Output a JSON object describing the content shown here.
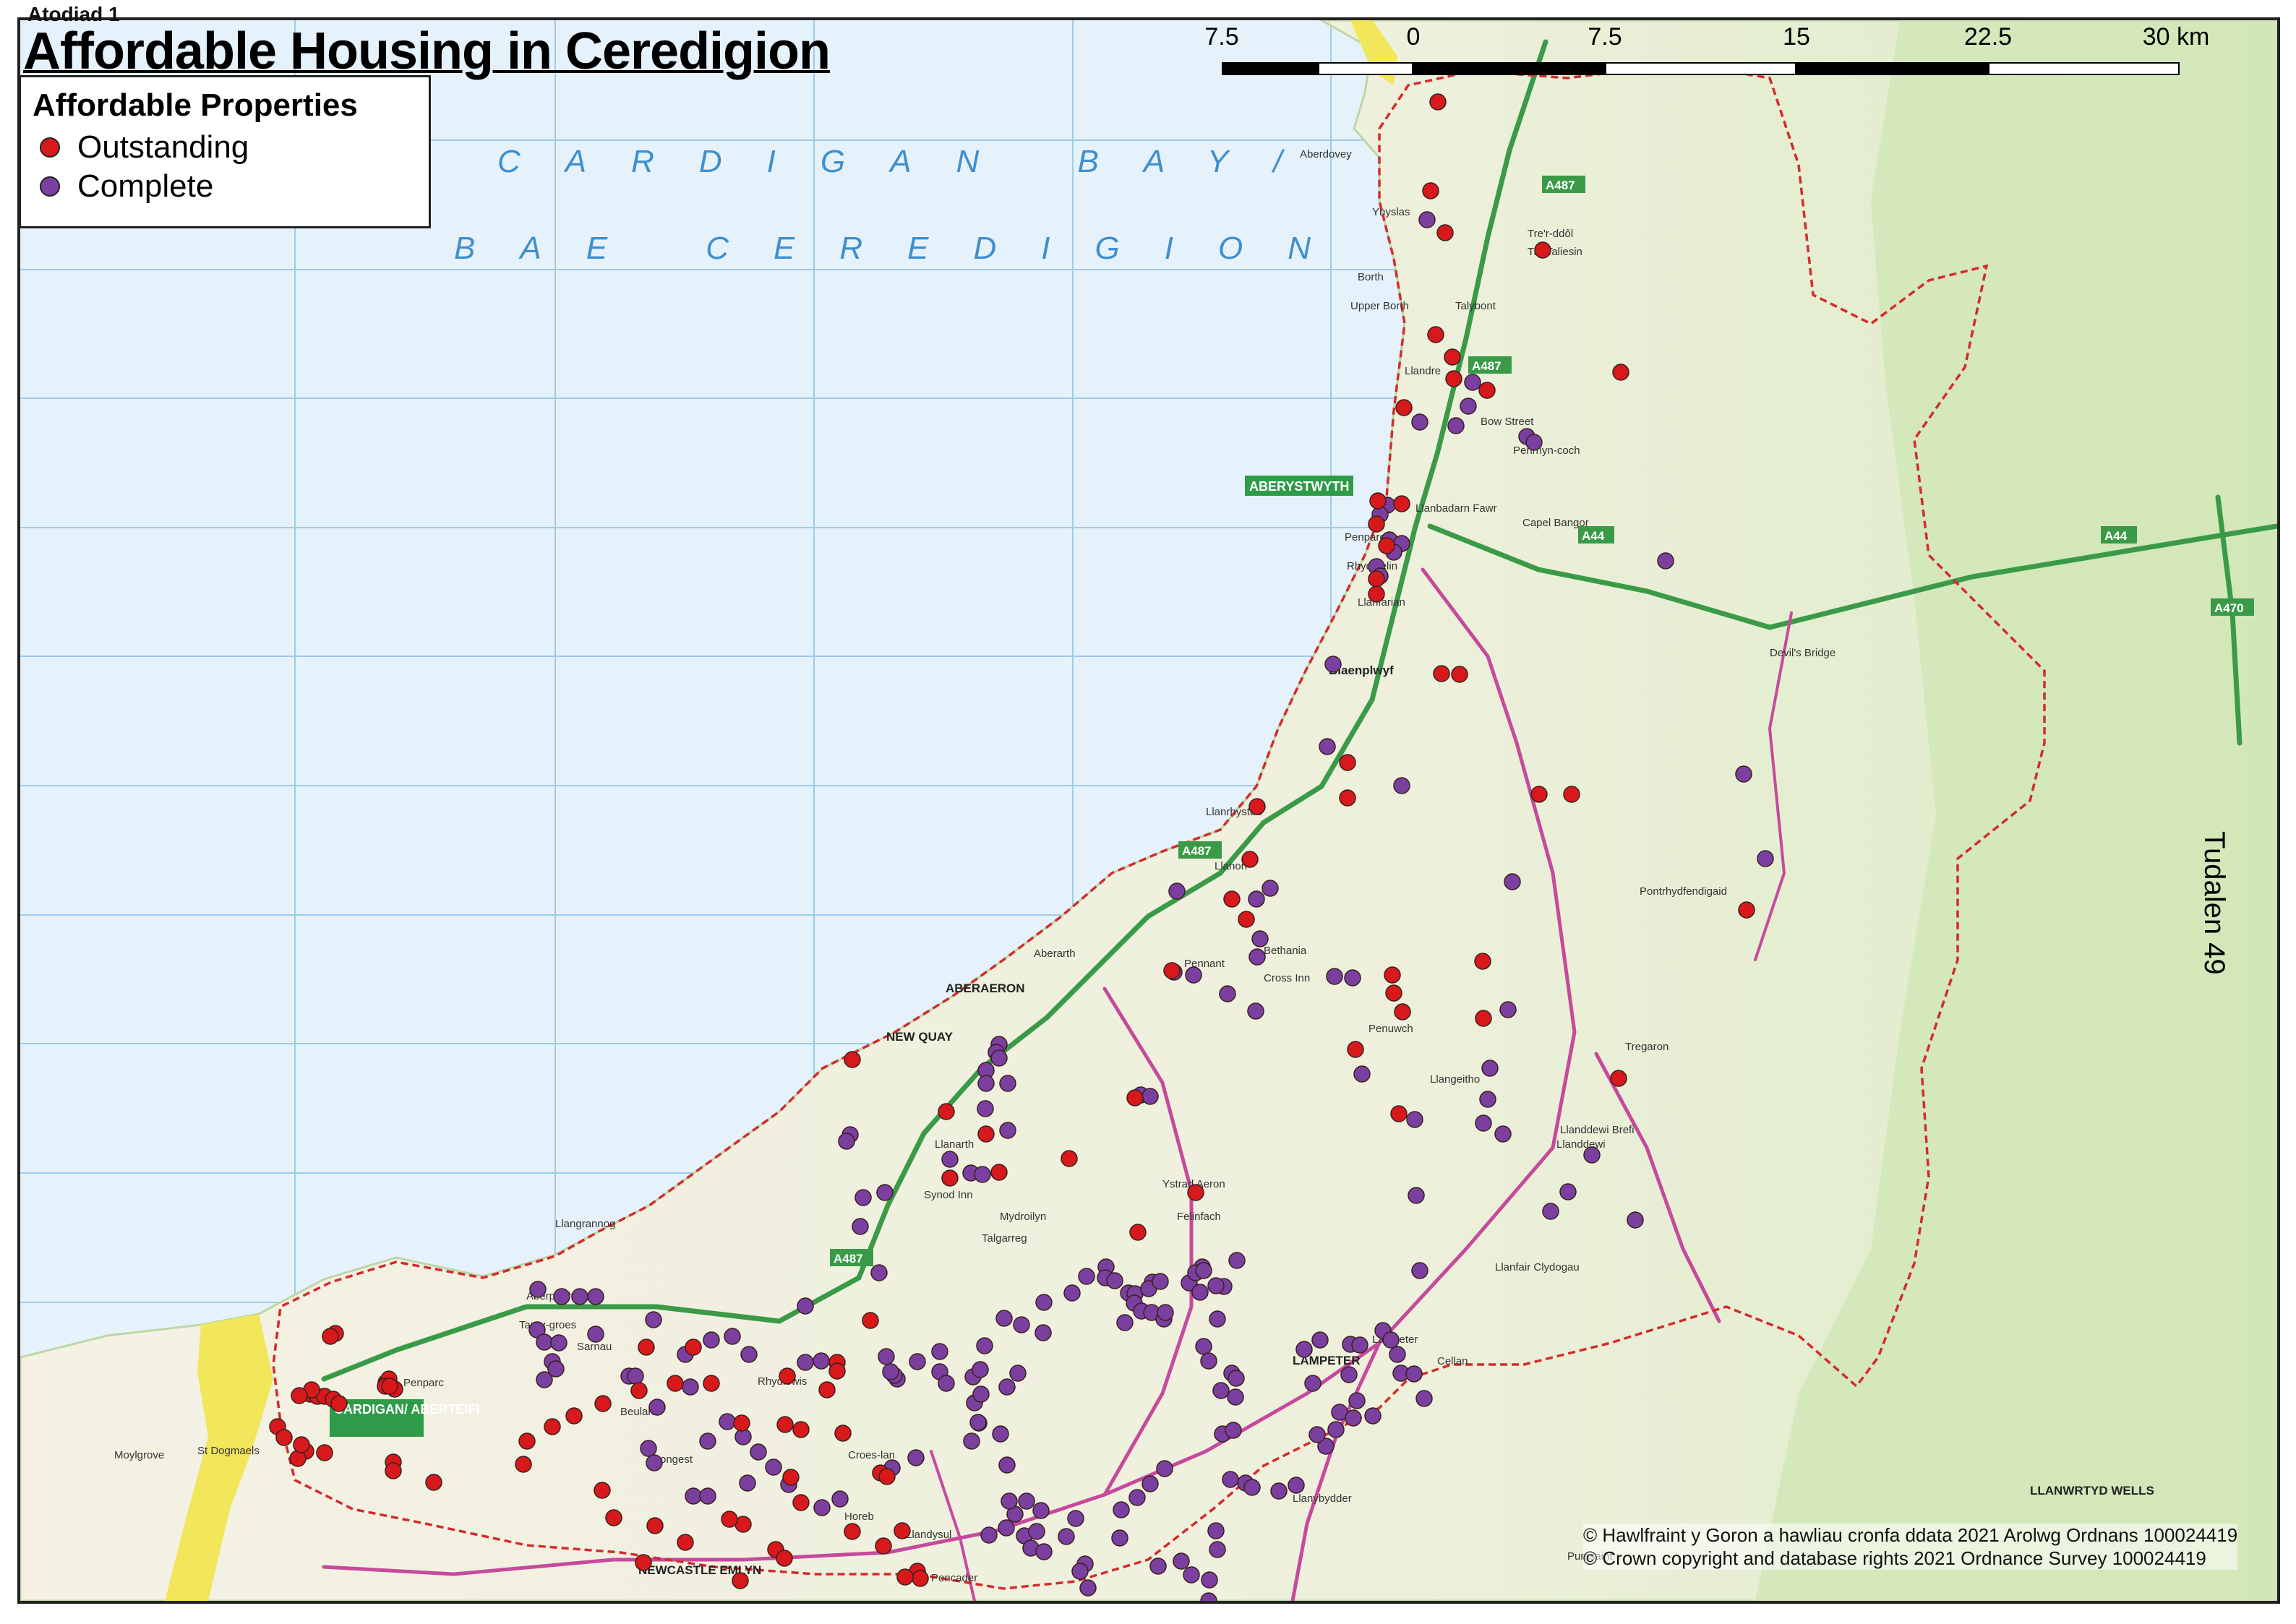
{
  "header": {
    "small_title": "Atodiad 1",
    "title": "Affordable Housing in Ceredigion"
  },
  "legend": {
    "title": "Affordable Properties",
    "items": [
      {
        "label": "Outstanding",
        "color": "#d7191c"
      },
      {
        "label": "Complete",
        "color": "#7b3fa0"
      }
    ]
  },
  "scale_bar": {
    "labels": [
      "7.5",
      "0",
      "7.5",
      "15",
      "22.5",
      "30 km"
    ]
  },
  "sea_labels": [
    "CARDIGAN BAY/",
    "BAE CEREDIGION"
  ],
  "page_reference": "Tudalen 49",
  "copyright": [
    "© Hawlfraint y Goron a hawliau cronfa ddata 2021 Arolwg Ordnans 100024419",
    "© Crown copyright and database rights 2021 Ordnance Survey 100024419"
  ],
  "town_badges": [
    "ABERYSTWYTH",
    "CARDIGAN/ ABERTEIFI"
  ],
  "road_labels": [
    "A487",
    "A487",
    "A487",
    "A44",
    "A44",
    "A470",
    "A487"
  ],
  "place_names": [
    "Aberdovey",
    "Borth",
    "Upper Borth",
    "Ynyslas",
    "Tre'r-ddôl",
    "Tre Taliesin",
    "Talybont",
    "Llandre",
    "Bow Street",
    "Penrhyn-coch",
    "Capel Bangor",
    "Llanbadarn Fawr",
    "Penparcau",
    "Rhydyfelin",
    "Llanfarian",
    "Blaenplwyf",
    "Llanrhystud",
    "Llanon",
    "Aberarth",
    "ABERAERON",
    "NEW QUAY",
    "Llanarth",
    "Cross Inn",
    "Lampeter",
    "LAMPETER",
    "Tregaron",
    "Pontrhydfendigaid",
    "Devil's Bridge",
    "Llandysul",
    "NEWCASTLE EMLYN",
    "Aberporth",
    "Tan-y-groes",
    "Penparc",
    "Moylgrove",
    "St Dogmaels",
    "Llanybydder",
    "LLANWRTYD WELLS",
    "Llangeitho",
    "Llanddewi Brefi",
    "Talgarreg",
    "Synod Inn",
    "Ystrad Aeron",
    "Felinfach",
    "Mydroilyn",
    "Penuwch",
    "Bethania",
    "Pennant",
    "Llangrannog",
    "Sarnau",
    "Beulah",
    "Brongest",
    "Rhydlewis",
    "Horeb",
    "Croes-lan",
    "Pencader",
    "Cellan",
    "Llanfair Clydogau",
    "Pumsaint",
    "Llanddewi"
  ],
  "markers": {
    "outstanding": [
      [
        1985,
        137
      ],
      [
        1975,
        260
      ],
      [
        1995,
        318
      ],
      [
        1982,
        459
      ],
      [
        2005,
        490
      ],
      [
        2053,
        536
      ],
      [
        2007,
        520
      ],
      [
        1938,
        560
      ],
      [
        2130,
        342
      ],
      [
        2238,
        511
      ],
      [
        1902,
        689
      ],
      [
        1935,
        693
      ],
      [
        1900,
        721
      ],
      [
        1914,
        751
      ],
      [
        1900,
        797
      ],
      [
        1900,
        818
      ],
      [
        1990,
        928
      ],
      [
        2015,
        929
      ],
      [
        1860,
        1051
      ],
      [
        1860,
        1100
      ],
      [
        2170,
        1095
      ],
      [
        2125,
        1095
      ],
      [
        1735,
        1112
      ],
      [
        1725,
        1185
      ],
      [
        1700,
        1240
      ],
      [
        1720,
        1268
      ],
      [
        1617,
        1339
      ],
      [
        1922,
        1345
      ],
      [
        1924,
        1370
      ],
      [
        2047,
        1326
      ],
      [
        2412,
        1255
      ],
      [
        1871,
        1448
      ],
      [
        2048,
        1405
      ],
      [
        1936,
        1396
      ],
      [
        1931,
        1537
      ],
      [
        2235,
        1488
      ],
      [
        1566,
        1515
      ],
      [
        1175,
        1462
      ],
      [
        1305,
        1534
      ],
      [
        1310,
        1626
      ],
      [
        1360,
        1565
      ],
      [
        1378,
        1618
      ],
      [
        1475,
        1599
      ],
      [
        1650,
        1646
      ],
      [
        1570,
        1701
      ],
      [
        1200,
        1823
      ],
      [
        1154,
        1881
      ],
      [
        1154,
        1893
      ],
      [
        1140,
        1919
      ],
      [
        1162,
        1979
      ],
      [
        1104,
        1974
      ],
      [
        1022,
        1965
      ],
      [
        980,
        1910
      ],
      [
        930,
        1910
      ],
      [
        880,
        1920
      ],
      [
        830,
        1938
      ],
      [
        790,
        1955
      ],
      [
        760,
        1970
      ],
      [
        725,
        1990
      ],
      [
        890,
        1860
      ],
      [
        955,
        1860
      ],
      [
        1085,
        1900
      ],
      [
        1082,
        1967
      ],
      [
        1090,
        2040
      ],
      [
        1024,
        2105
      ],
      [
        1069,
        2140
      ],
      [
        1081,
        2152
      ],
      [
        1175,
        2115
      ],
      [
        1218,
        2135
      ],
      [
        1244,
        2114
      ],
      [
        1265,
        2170
      ],
      [
        1269,
        2180
      ],
      [
        1248,
        2178
      ],
      [
        1214,
        2034
      ],
      [
        1223,
        2039
      ],
      [
        1104,
        2075
      ],
      [
        944,
        2130
      ],
      [
        1005,
        2098
      ],
      [
        1020,
        2183
      ],
      [
        886,
        2158
      ],
      [
        902,
        2107
      ],
      [
        845,
        2096
      ],
      [
        829,
        2058
      ],
      [
        720,
        2022
      ],
      [
        596,
        2047
      ],
      [
        540,
        2019
      ],
      [
        540,
        2031
      ],
      [
        445,
        2006
      ],
      [
        380,
        1970
      ],
      [
        389,
        1985
      ],
      [
        419,
        2004
      ],
      [
        408,
        2014
      ],
      [
        413,
        1995
      ],
      [
        460,
        1841
      ],
      [
        453,
        1845
      ],
      [
        530,
        1909
      ],
      [
        534,
        1904
      ],
      [
        542,
        1918
      ],
      [
        425,
        1925
      ],
      [
        435,
        1928
      ],
      [
        445,
        1928
      ],
      [
        457,
        1932
      ],
      [
        465,
        1938
      ],
      [
        427,
        1919
      ],
      [
        529,
        1914
      ],
      [
        535,
        1914
      ],
      [
        410,
        1927
      ]
    ],
    "complete": [
      [
        1970,
        300
      ],
      [
        2033,
        525
      ],
      [
        2027,
        558
      ],
      [
        2010,
        585
      ],
      [
        2108,
        600
      ],
      [
        2118,
        608
      ],
      [
        1960,
        580
      ],
      [
        1915,
        695
      ],
      [
        1905,
        708
      ],
      [
        1918,
        743
      ],
      [
        1935,
        748
      ],
      [
        1924,
        760
      ],
      [
        1900,
        780
      ],
      [
        1905,
        793
      ],
      [
        2300,
        772
      ],
      [
        1840,
        915
      ],
      [
        1832,
        1029
      ],
      [
        1935,
        1083
      ],
      [
        2088,
        1216
      ],
      [
        2408,
        1067
      ],
      [
        2438,
        1184
      ],
      [
        1753,
        1225
      ],
      [
        1624,
        1229
      ],
      [
        1620,
        1341
      ],
      [
        1647,
        1345
      ],
      [
        1734,
        1240
      ],
      [
        1739,
        1295
      ],
      [
        1735,
        1320
      ],
      [
        1694,
        1371
      ],
      [
        1733,
        1395
      ],
      [
        1842,
        1347
      ],
      [
        1867,
        1349
      ],
      [
        2057,
        1474
      ],
      [
        2082,
        1393
      ],
      [
        2054,
        1517
      ],
      [
        1880,
        1482
      ],
      [
        2048,
        1550
      ],
      [
        2075,
        1565
      ],
      [
        1953,
        1545
      ],
      [
        2141,
        1672
      ],
      [
        2198,
        1594
      ],
      [
        2165,
        1645
      ],
      [
        1955,
        1650
      ],
      [
        2258,
        1684
      ],
      [
        1960,
        1754
      ],
      [
        1934,
        1896
      ],
      [
        1966,
        1931
      ],
      [
        1952,
        1897
      ],
      [
        1862,
        1898
      ],
      [
        1707,
        1740
      ],
      [
        1659,
        1749
      ],
      [
        1574,
        1511
      ],
      [
        1587,
        1513
      ],
      [
        1390,
        1495
      ],
      [
        1378,
        1441
      ],
      [
        1374,
        1452
      ],
      [
        1360,
        1477
      ],
      [
        1378,
        1460
      ],
      [
        1360,
        1495
      ],
      [
        1359,
        1530
      ],
      [
        1390,
        1560
      ],
      [
        1339,
        1619
      ],
      [
        1355,
        1621
      ],
      [
        1310,
        1600
      ],
      [
        1172,
        1566
      ],
      [
        1167,
        1575
      ],
      [
        1190,
        1653
      ],
      [
        1220,
        1646
      ],
      [
        1186,
        1693
      ],
      [
        1212,
        1757
      ],
      [
        1110,
        1803
      ],
      [
        1132,
        1879
      ],
      [
        1110,
        1881
      ],
      [
        1032,
        1870
      ],
      [
        944,
        1870
      ],
      [
        1009,
        1845
      ],
      [
        980,
        1850
      ],
      [
        900,
        1822
      ],
      [
        820,
        1790
      ],
      [
        798,
        1790
      ],
      [
        773,
        1790
      ],
      [
        740,
        1780
      ],
      [
        739,
        1836
      ],
      [
        749,
        1853
      ],
      [
        769,
        1854
      ],
      [
        760,
        1880
      ],
      [
        749,
        1905
      ],
      [
        765,
        1890
      ],
      [
        820,
        1842
      ],
      [
        866,
        1900
      ],
      [
        875,
        1900
      ],
      [
        905,
        1943
      ],
      [
        951,
        1915
      ],
      [
        975,
        1990
      ],
      [
        893,
        2000
      ],
      [
        901,
        2020
      ],
      [
        955,
        2066
      ],
      [
        975,
        2066
      ],
      [
        1066,
        2026
      ],
      [
        1045,
        2005
      ],
      [
        1002,
        1963
      ],
      [
        1024,
        1984
      ],
      [
        1030,
        2048
      ],
      [
        1087,
        2050
      ],
      [
        1133,
        2082
      ],
      [
        1158,
        2070
      ],
      [
        1230,
        2027
      ],
      [
        1263,
        2013
      ],
      [
        1296,
        1894
      ],
      [
        1296,
        1866
      ],
      [
        1305,
        1910
      ],
      [
        1237,
        1904
      ],
      [
        1233,
        1899
      ],
      [
        1228,
        1894
      ],
      [
        1222,
        1873
      ],
      [
        1265,
        1880
      ],
      [
        1358,
        1858
      ],
      [
        1404,
        1896
      ],
      [
        1389,
        1915
      ],
      [
        1350,
        1965
      ],
      [
        1340,
        1990
      ],
      [
        1380,
        1980
      ],
      [
        1388,
        2110
      ],
      [
        1413,
        2121
      ],
      [
        1430,
        2115
      ],
      [
        1422,
        2138
      ],
      [
        1497,
        2160
      ],
      [
        1490,
        2170
      ],
      [
        1501,
        2193
      ],
      [
        1545,
        2124
      ],
      [
        1598,
        2163
      ],
      [
        1630,
        2156
      ],
      [
        1644,
        2175
      ],
      [
        1669,
        2182
      ],
      [
        1668,
        2211
      ],
      [
        1668,
        2225
      ],
      [
        1680,
        2140
      ],
      [
        1678,
        2114
      ],
      [
        1607,
        2028
      ],
      [
        1587,
        2049
      ],
      [
        1569,
        2068
      ],
      [
        1547,
        2085
      ],
      [
        1484,
        2097
      ],
      [
        1471,
        2122
      ],
      [
        1440,
        2143
      ],
      [
        1436,
        2086
      ],
      [
        1416,
        2073
      ],
      [
        1400,
        2091
      ],
      [
        1392,
        2073
      ],
      [
        1364,
        2120
      ],
      [
        1389,
        2023
      ],
      [
        1349,
        1964
      ],
      [
        1344,
        1937
      ],
      [
        1353,
        1925
      ],
      [
        1342,
        1901
      ],
      [
        1352,
        1891
      ],
      [
        1385,
        1820
      ],
      [
        1439,
        1840
      ],
      [
        1409,
        1829
      ],
      [
        1479,
        1785
      ],
      [
        1440,
        1798
      ],
      [
        1499,
        1762
      ],
      [
        1526,
        1749
      ],
      [
        1525,
        1764
      ],
      [
        1538,
        1768
      ],
      [
        1557,
        1785
      ],
      [
        1566,
        1786
      ],
      [
        1565,
        1799
      ],
      [
        1552,
        1826
      ],
      [
        1575,
        1810
      ],
      [
        1589,
        1812
      ],
      [
        1606,
        1821
      ],
      [
        1608,
        1812
      ],
      [
        1590,
        1770
      ],
      [
        1585,
        1779
      ],
      [
        1601,
        1769
      ],
      [
        1641,
        1771
      ],
      [
        1689,
        1776
      ],
      [
        1678,
        1775
      ],
      [
        1650,
        1757
      ],
      [
        1661,
        1754
      ],
      [
        1656,
        1784
      ],
      [
        1680,
        1821
      ],
      [
        1661,
        1859
      ],
      [
        1668,
        1879
      ],
      [
        1700,
        1896
      ],
      [
        1706,
        1903
      ],
      [
        1705,
        1929
      ],
      [
        1685,
        1920
      ],
      [
        1687,
        1980
      ],
      [
        1702,
        1975
      ],
      [
        1698,
        2043
      ],
      [
        1719,
        2048
      ],
      [
        1728,
        2054
      ],
      [
        1765,
        2059
      ],
      [
        1789,
        2051
      ],
      [
        1830,
        1997
      ],
      [
        1818,
        1981
      ],
      [
        1844,
        1974
      ],
      [
        1849,
        1950
      ],
      [
        1873,
        1934
      ],
      [
        1895,
        1955
      ],
      [
        1868,
        1958
      ],
      [
        1812,
        1910
      ],
      [
        1800,
        1863
      ],
      [
        1822,
        1850
      ],
      [
        1864,
        1856
      ],
      [
        1877,
        1857
      ],
      [
        1909,
        1837
      ],
      [
        1920,
        1850
      ],
      [
        1929,
        1870
      ]
    ]
  }
}
